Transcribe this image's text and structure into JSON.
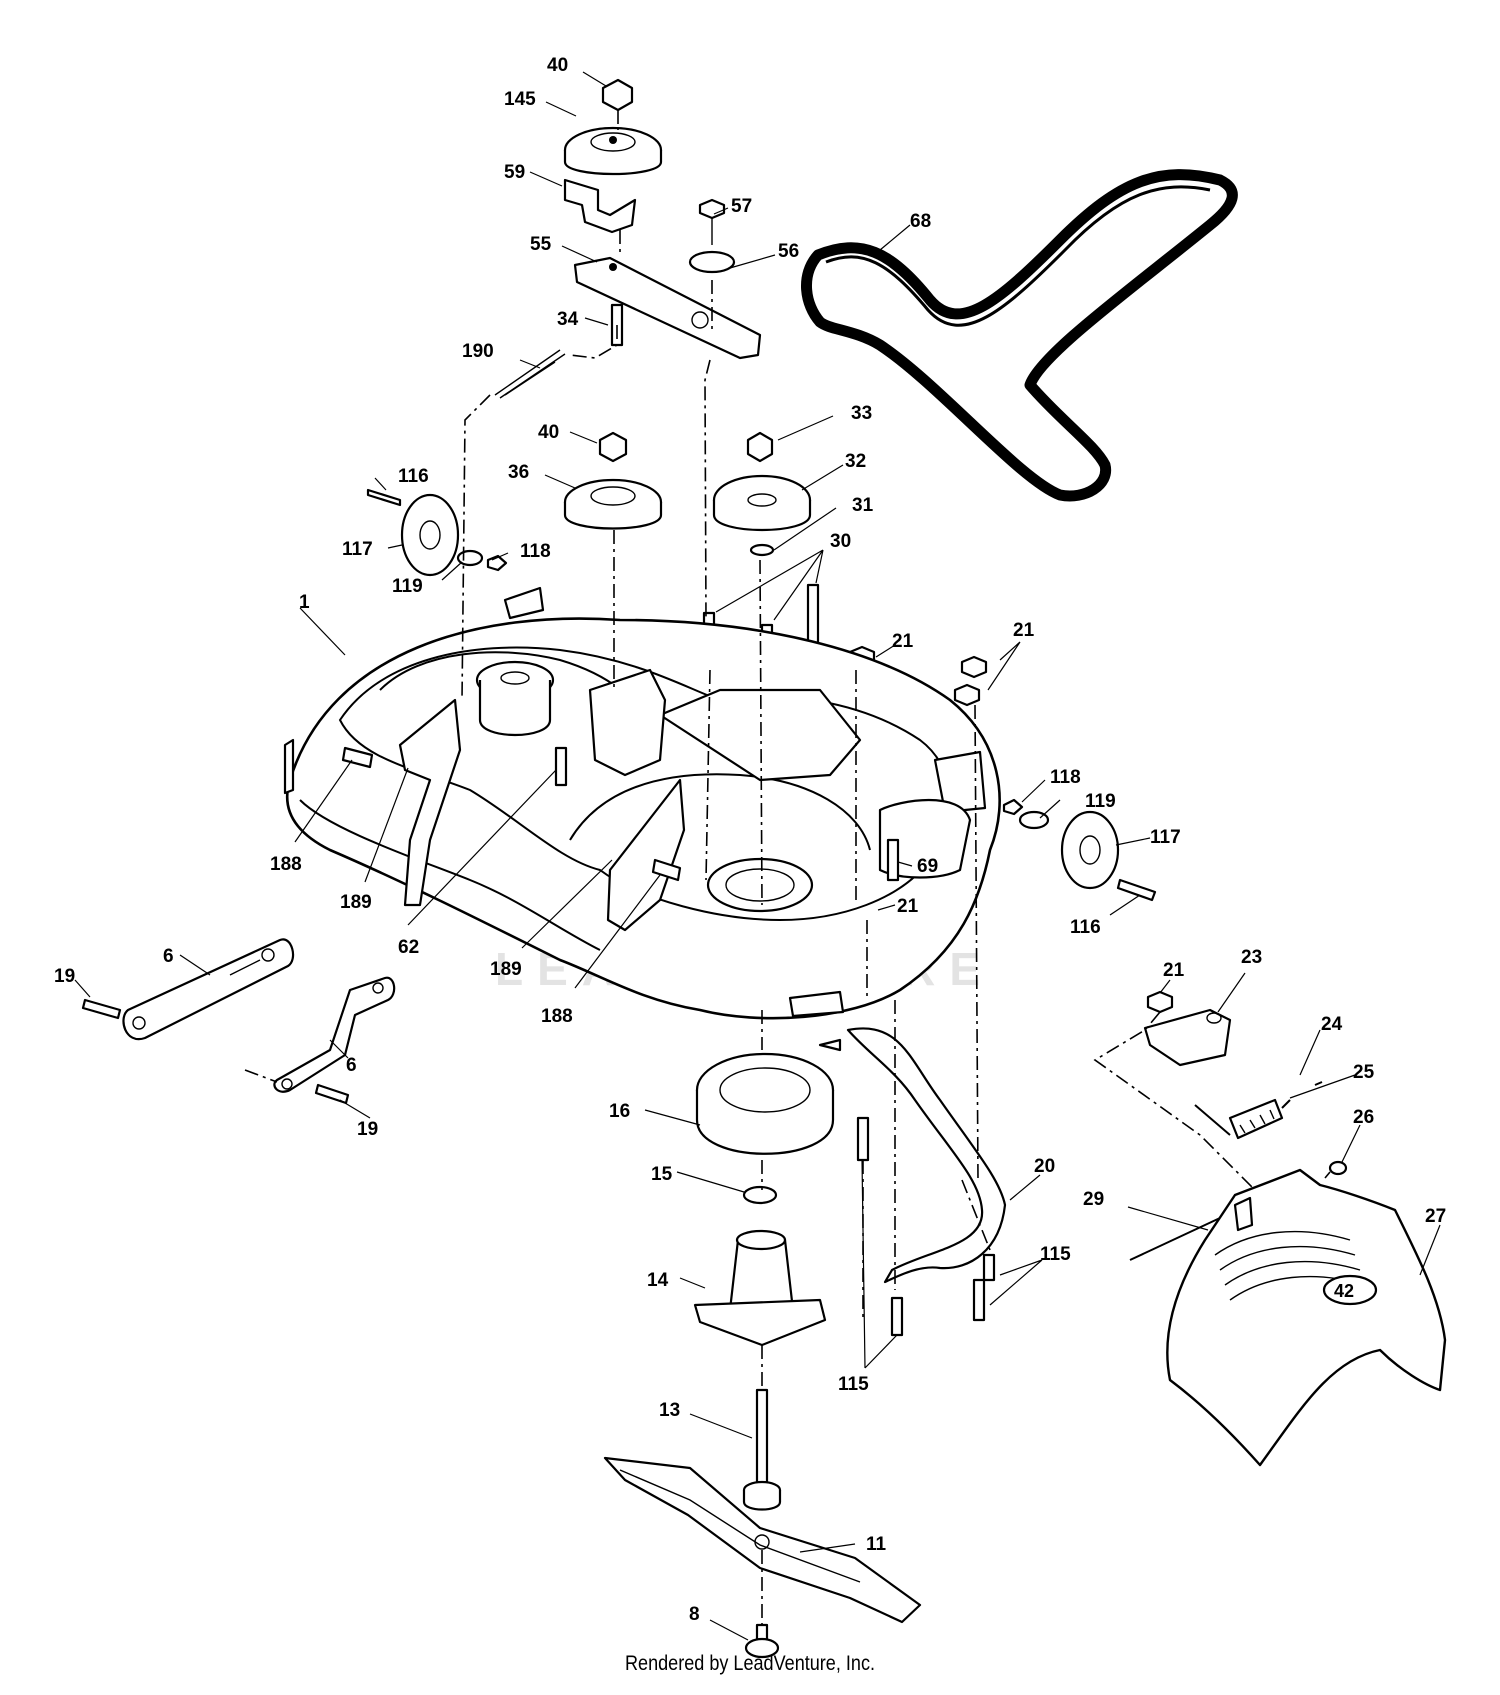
{
  "watermark": "LEADVENTURE",
  "credit": "Rendered by LeadVenture, Inc.",
  "callouts": [
    "40",
    "145",
    "59",
    "57",
    "55",
    "56",
    "68",
    "34",
    "190",
    "40",
    "33",
    "36",
    "32",
    "31",
    "116",
    "117",
    "118",
    "119",
    "30",
    "1",
    "21",
    "21",
    "118",
    "119",
    "117",
    "188",
    "189",
    "69",
    "62",
    "21",
    "116",
    "189",
    "188",
    "19",
    "6",
    "6",
    "19",
    "21",
    "23",
    "24",
    "25",
    "16",
    "26",
    "15",
    "20",
    "29",
    "27",
    "115",
    "14",
    "115",
    "13",
    "11",
    "8"
  ]
}
